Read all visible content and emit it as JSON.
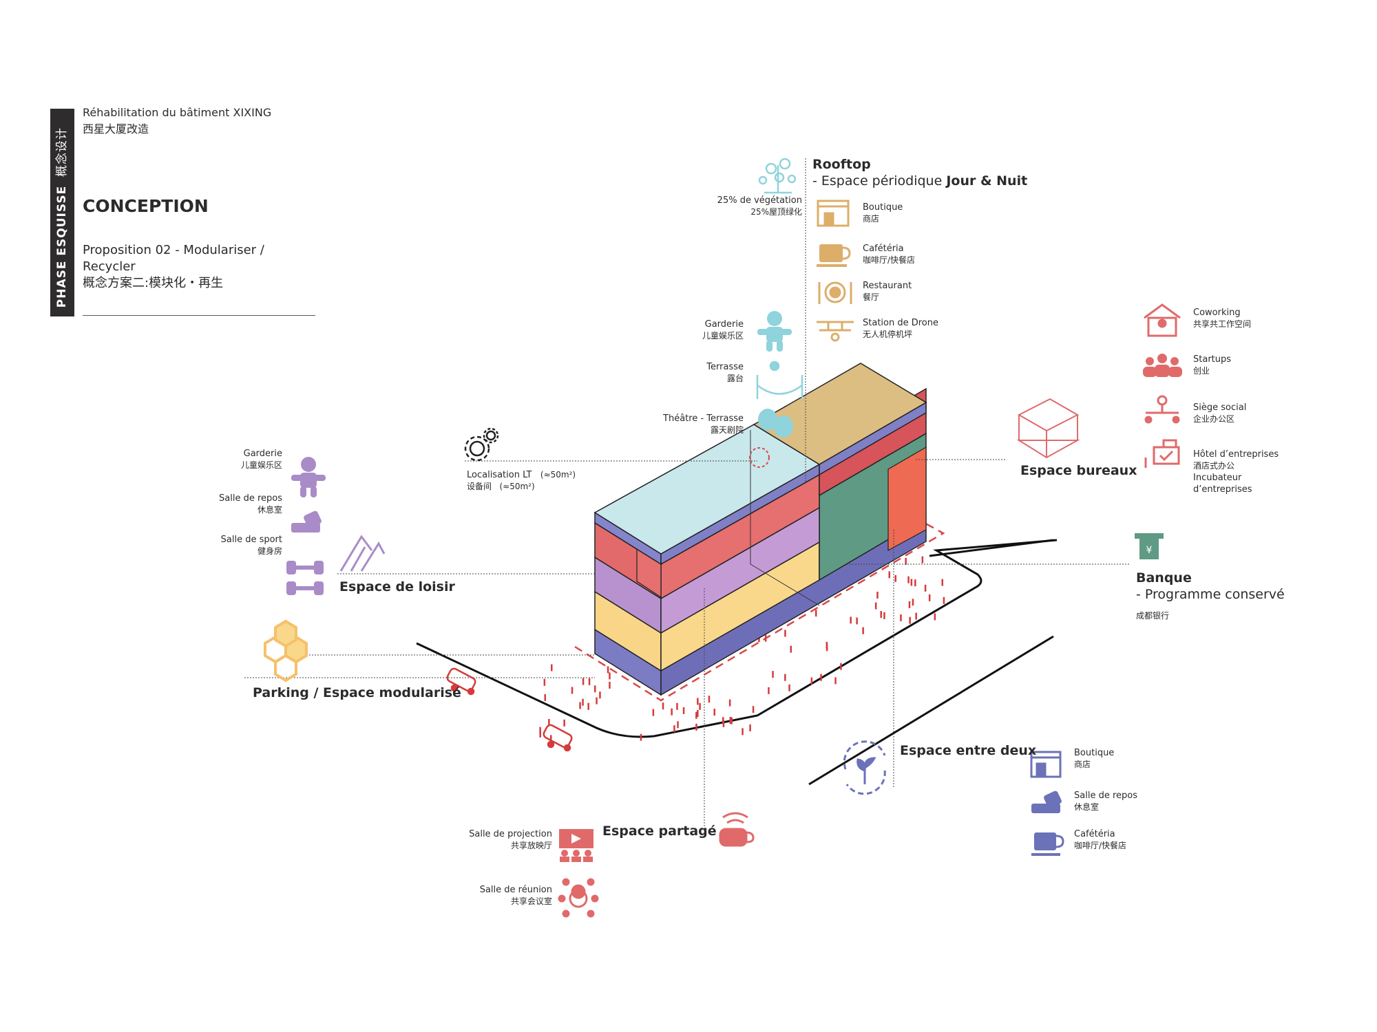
{
  "header": {
    "phase_label": "PHASE ESQUISSE",
    "phase_label_cn": "概念设计",
    "project_title": "Réhabilitation du bâtiment XIXING",
    "project_title_cn": "西星大厦改造",
    "section_title": "CONCEPTION",
    "proposition_line1": "Proposition 02 - Modulariser /",
    "proposition_line2": "Recycler",
    "proposition_cn": "概念方案二:模块化・再生"
  },
  "rooftop": {
    "title": "Rooftop",
    "subtitle_prefix": "- Espace périodique ",
    "subtitle_bold": "Jour & Nuit",
    "vegetation": "25% de végétation",
    "vegetation_cn": "25%屋顶绿化",
    "items": [
      {
        "label": "Boutique",
        "cn": "商店",
        "icon": "shop-icon"
      },
      {
        "label": "Cafétéria",
        "cn": "咖啡厅/快餐店",
        "icon": "coffee-cup-icon"
      },
      {
        "label": "Restaurant",
        "cn": "餐厅",
        "icon": "plate-cutlery-icon"
      },
      {
        "label": "Station de Drone",
        "cn": "无人机停机坪",
        "icon": "drone-icon"
      }
    ]
  },
  "terrace": {
    "items": [
      {
        "label": "Garderie",
        "cn": "儿童娱乐区",
        "icon": "gingerbread-icon"
      },
      {
        "label": "Terrasse",
        "cn": "露台",
        "icon": "hammock-sun-icon"
      },
      {
        "label": "Théâtre - Terrasse",
        "cn": "露天剧院",
        "icon": "theatre-masks-icon"
      }
    ]
  },
  "technical": {
    "label": "Localisation LT",
    "area": "(≈50m²)",
    "cn": "设备间",
    "cn_area": "(≈50m²)"
  },
  "loisir": {
    "title": "Espace de loisir",
    "items": [
      {
        "label": "Garderie",
        "cn": "儿童娱乐区",
        "icon": "gingerbread-icon"
      },
      {
        "label": "Salle de repos",
        "cn": "休息室",
        "icon": "armchair-icon"
      },
      {
        "label": "Salle de sport",
        "cn": "健身房",
        "icon": "dumbbell-icon"
      }
    ]
  },
  "parking": {
    "title": "Parking / Espace modularisé"
  },
  "bureaux": {
    "title": "Espace bureaux",
    "items": [
      {
        "label": "Coworking",
        "cn": "共享共工作空间",
        "icon": "coworking-icon"
      },
      {
        "label": "Startups",
        "cn": "创业",
        "icon": "group-icon"
      },
      {
        "label": "Siège social",
        "cn": "企业办公区",
        "icon": "headquarter-icon"
      },
      {
        "label": "Hôtel d’entreprises",
        "cn": "酒店式办公",
        "extra1": "Incubateur",
        "extra2": "d’entreprises",
        "icon": "desk-icon"
      }
    ]
  },
  "banque": {
    "title": "Banque",
    "subtitle": "- Programme conservé",
    "cn": "成都银行"
  },
  "entre_deux": {
    "title": "Espace entre deux",
    "items": [
      {
        "label": "Boutique",
        "cn": "商店",
        "icon": "shop-icon"
      },
      {
        "label": "Salle de repos",
        "cn": "休息室",
        "icon": "armchair-icon"
      },
      {
        "label": "Cafétéria",
        "cn": "咖啡厅/快餐店",
        "icon": "coffee-cup-icon"
      }
    ]
  },
  "partage": {
    "title": "Espace partagé",
    "items": [
      {
        "label": "Salle de projection",
        "cn": "共享放映厅",
        "icon": "projection-icon"
      },
      {
        "label": "Salle de réunion",
        "cn": "共享会议室",
        "icon": "meeting-icon"
      }
    ]
  },
  "colors": {
    "rooftop_teal": "#8fd3dc",
    "leisure_purple": "#a98bc8",
    "office_red": "#e06a6a",
    "parking_yellow": "#f6c06b",
    "between_blue": "#6b72b8",
    "building_cyan": "#c9e8ec",
    "building_tan": "#dcbe82",
    "building_green": "#5f9a85",
    "building_orange": "#ee6a52"
  }
}
